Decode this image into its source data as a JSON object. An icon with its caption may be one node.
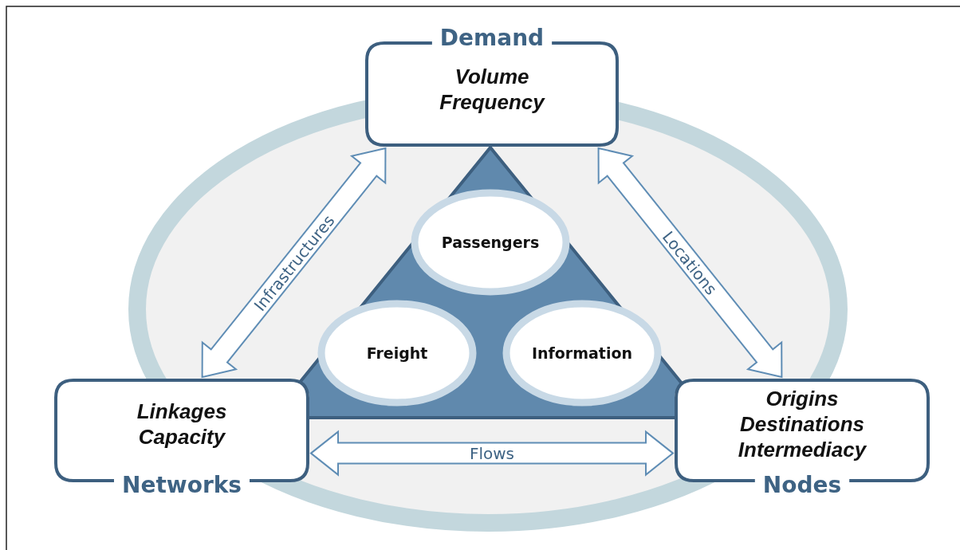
{
  "diagram": {
    "nodes": [
      {
        "text": [
          "Demand",
          "Volume Frequency"
        ]
      },
      {
        "text": [],
        "shape": "triangle"
      },
      {
        "text": [
          "Passengers"
        ],
        "in": 1
      },
      {
        "text": [
          "Freight"
        ],
        "in": 1
      },
      {
        "text": [
          "Information"
        ],
        "in": 1
      },
      {
        "text": [
          "Linkages Capacity",
          "Networks"
        ]
      },
      {
        "text": [
          "Origins Destinations Intermediacy",
          "Nodes"
        ]
      }
    ],
    "edges": [
      {
        "from": 5,
        "to": 0,
        "arrow": "both",
        "label": "Infrastructures"
      },
      {
        "from": 0,
        "to": 6,
        "arrow": "both",
        "label": "Locations"
      },
      {
        "from": 5,
        "to": 6,
        "arrow": "both",
        "label": "Flows"
      }
    ]
  }
}
